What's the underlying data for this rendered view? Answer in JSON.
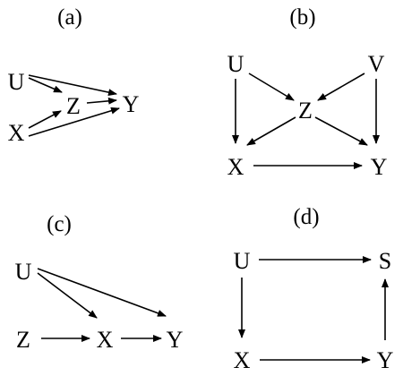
{
  "panels": {
    "a": {
      "label": "(a)",
      "nodes": {
        "U": "U",
        "X": "X",
        "Z": "Z",
        "Y": "Y"
      },
      "edges": [
        [
          "U",
          "Z"
        ],
        [
          "U",
          "Y"
        ],
        [
          "X",
          "Z"
        ],
        [
          "X",
          "Y"
        ],
        [
          "Z",
          "Y"
        ]
      ]
    },
    "b": {
      "label": "(b)",
      "nodes": {
        "U": "U",
        "V": "V",
        "Z": "Z",
        "X": "X",
        "Y": "Y"
      },
      "edges": [
        [
          "U",
          "Z"
        ],
        [
          "V",
          "Z"
        ],
        [
          "U",
          "X"
        ],
        [
          "V",
          "Y"
        ],
        [
          "Z",
          "X"
        ],
        [
          "Z",
          "Y"
        ],
        [
          "X",
          "Y"
        ]
      ]
    },
    "c": {
      "label": "(c)",
      "nodes": {
        "U": "U",
        "Z": "Z",
        "X": "X",
        "Y": "Y"
      },
      "edges": [
        [
          "U",
          "X"
        ],
        [
          "U",
          "Y"
        ],
        [
          "Z",
          "X"
        ],
        [
          "X",
          "Y"
        ]
      ]
    },
    "d": {
      "label": "(d)",
      "nodes": {
        "U": "U",
        "S": "S",
        "X": "X",
        "Y": "Y"
      },
      "edges": [
        [
          "U",
          "S"
        ],
        [
          "U",
          "X"
        ],
        [
          "X",
          "Y"
        ],
        [
          "Y",
          "S"
        ]
      ]
    }
  }
}
